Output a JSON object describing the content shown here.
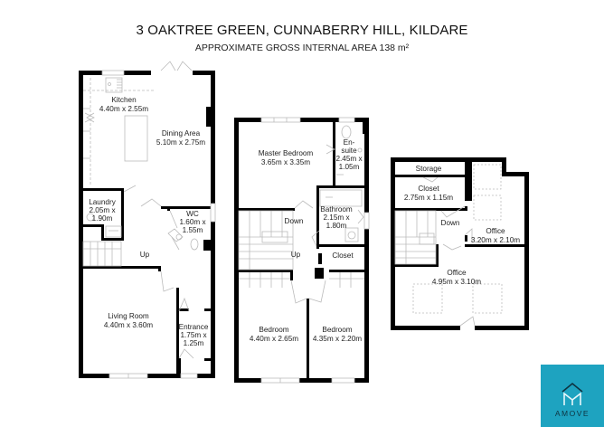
{
  "header": {
    "title": "3 OAKTREE GREEN, CUNNABERRY HILL, KILDARE",
    "subtitle": "APPROXIMATE GROSS INTERNAL AREA 138 m²"
  },
  "ground_floor": {
    "rooms": [
      {
        "name": "Kitchen",
        "dims": "4.40m x 2.55m"
      },
      {
        "name": "Dining Area",
        "dims": "5.10m x 2.75m"
      },
      {
        "name": "Laundry",
        "dims1": "2.05m x",
        "dims2": "1.90m"
      },
      {
        "name": "WC",
        "dims1": "1.60m x",
        "dims2": "1.55m"
      },
      {
        "name": "Living Room",
        "dims": "4.40m x 3.60m"
      },
      {
        "name": "Entrance",
        "dims1": "1.75m x",
        "dims2": "1.25m"
      }
    ],
    "stairs_label": "Up"
  },
  "first_floor": {
    "rooms": [
      {
        "name": "Master Bedroom",
        "dims": "3.65m x 3.35m"
      },
      {
        "name1": "En-",
        "name2": "suite",
        "dims1": "2.45m x",
        "dims2": "1.05m"
      },
      {
        "name": "Bathroom",
        "dims1": "2.15m x",
        "dims2": "1.80m"
      },
      {
        "name": "Closet"
      },
      {
        "name": "Bedroom",
        "dims": "4.40m x 2.65m"
      },
      {
        "name": "Bedroom",
        "dims": "4.35m x 2.20m"
      }
    ],
    "stairs_down": "Down",
    "stairs_up": "Up"
  },
  "second_floor": {
    "rooms": [
      {
        "name": "Storage"
      },
      {
        "name": "Closet",
        "dims": "2.75m x 1.15m"
      },
      {
        "name": "Office",
        "dims": "3.20m x 2.10m"
      },
      {
        "name": "Office",
        "dims": "4.95m x 3.10m"
      }
    ],
    "stairs_down": "Down"
  },
  "logo": {
    "text": "AMOVE",
    "background": "#1ea3c0",
    "icon": "house-m-icon"
  },
  "colors": {
    "wall": "#000000",
    "fixture": "#b8b8b8",
    "text": "#222222"
  }
}
